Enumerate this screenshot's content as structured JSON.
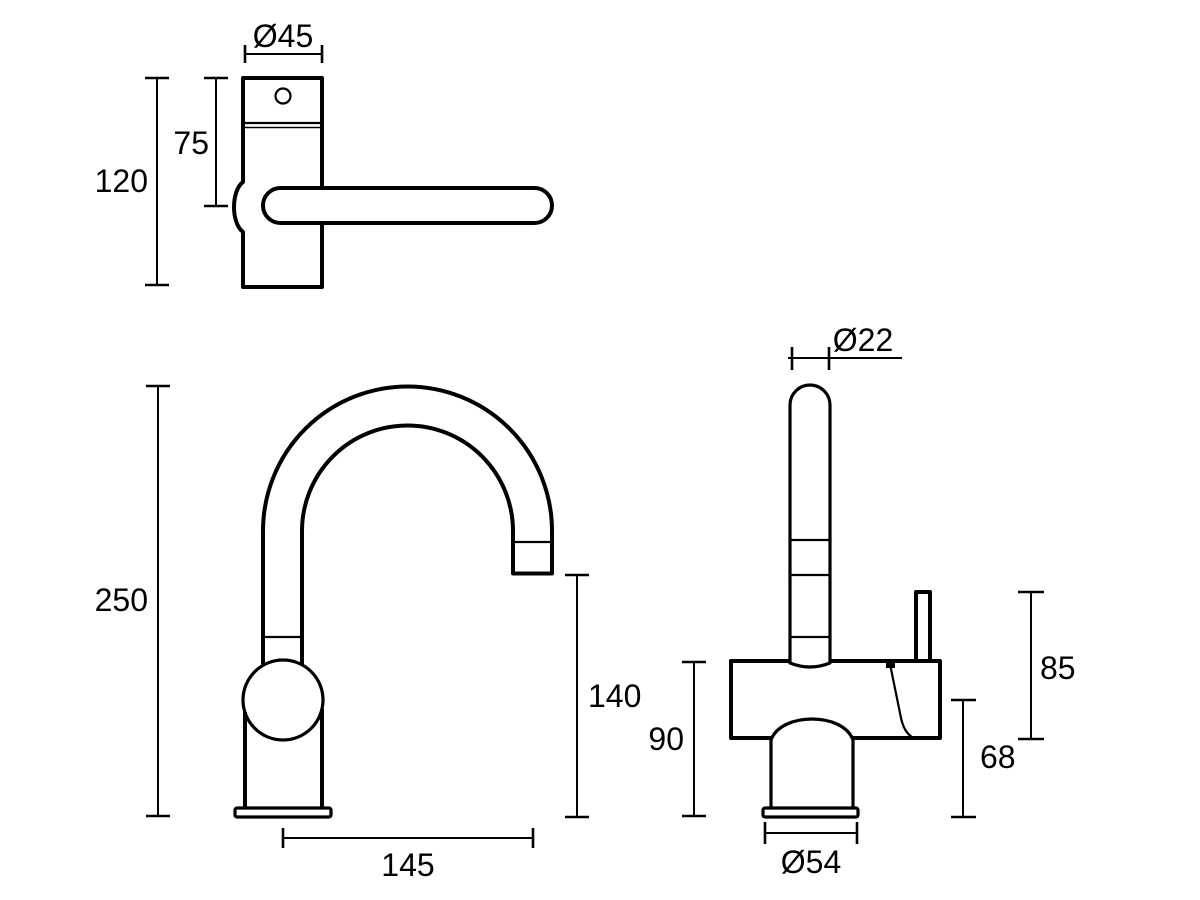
{
  "drawing": {
    "type": "technical-dimension-drawing",
    "subject": "gooseneck-basin-mixer-tap",
    "colors": {
      "line": "#000000",
      "background": "#ffffff"
    }
  },
  "views": {
    "top": {
      "dims": {
        "body_diameter": "Ø45",
        "handle_center_offset": "75",
        "overall_depth": "120"
      }
    },
    "side": {
      "dims": {
        "overall_height": "250",
        "outlet_height": "140",
        "spout_reach": "145"
      }
    },
    "front": {
      "dims": {
        "spout_diameter": "Ø22",
        "lever_top_height": "85",
        "body_height": "90",
        "outlet_clearance": "68",
        "base_diameter": "Ø54"
      }
    }
  }
}
